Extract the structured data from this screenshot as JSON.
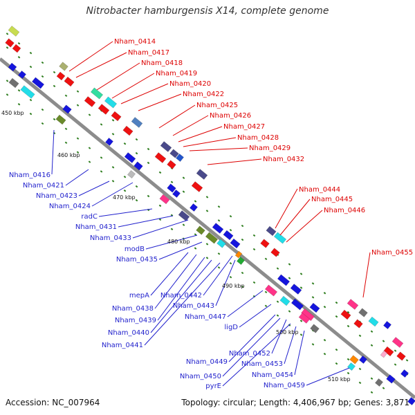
{
  "title": "Nitrobacter hamburgensis X14, complete genome",
  "accession_label": "Accession: NC_007964",
  "summary_label": "Topology: circular; Length: 4,406,967 bp; Genes: 3,871",
  "colors": {
    "backbone": "#8c8c8c",
    "top_label": "#dd0000",
    "bottom_label": "#1f1fcc",
    "tick": "#2e7d1e"
  },
  "kbp_ticks": [
    "450 kbp",
    "460 kbp",
    "470 kbp",
    "480 kbp",
    "490 kbp",
    "500 kbp",
    "510 kbp"
  ],
  "top_gene_labels": [
    "Nham_0414",
    "Nham_0417",
    "Nham_0418",
    "Nham_0419",
    "Nham_0420",
    "Nham_0422",
    "Nham_0425",
    "Nham_0426",
    "Nham_0427",
    "Nham_0428",
    "Nham_0429",
    "Nham_0432",
    "Nham_0444",
    "Nham_0445",
    "Nham_0446",
    "Nham_0455"
  ],
  "bottom_gene_labels": [
    "Nham_0416",
    "Nham_0421",
    "Nham_0423",
    "Nham_0424",
    "radC",
    "Nham_0431",
    "Nham_0433",
    "modB",
    "Nham_0435",
    "mepA",
    "Nham_0438",
    "Nham_0439",
    "Nham_0440",
    "Nham_0441",
    "Nham_0442",
    "Nham_0443",
    "Nham_0447",
    "ligD",
    "Nham_0449",
    "Nham_0452",
    "Nham_0450",
    "Nham_0453",
    "pyrE",
    "Nham_0454",
    "Nham_0459"
  ]
}
